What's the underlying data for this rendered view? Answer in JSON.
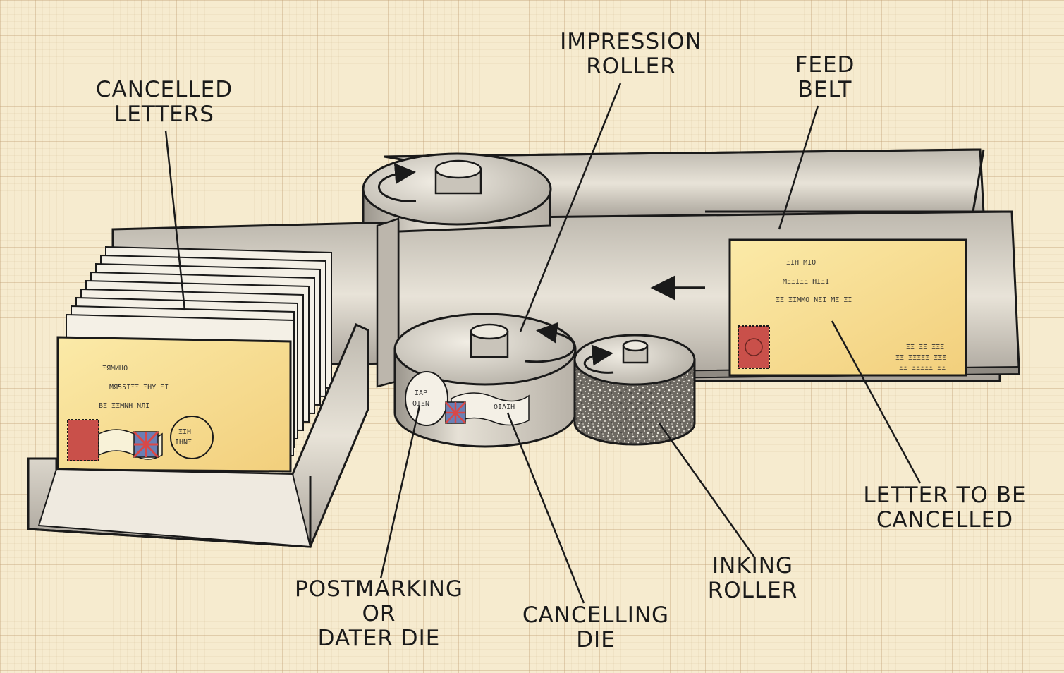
{
  "labels": {
    "cancelled_letters": [
      "CANCELLED",
      "LETTERS"
    ],
    "impression_roller": [
      "IMPRESSION",
      "ROLLER"
    ],
    "feed_belt": [
      "FEED",
      "BELT"
    ],
    "letter_to_be_cancelled": [
      "LETTER TO BE",
      "CANCELLED"
    ],
    "inking_roller": [
      "INKING",
      "ROLLER"
    ],
    "cancelling_die": [
      "CANCELLING",
      "DIE"
    ],
    "postmarking_die": [
      "POSTMARKING",
      "OR",
      "DATER DIE"
    ]
  },
  "colors": {
    "paper": "#f6ebcf",
    "grid": "#c9a47a",
    "envelope": "#f7dc8e",
    "stamp": "#c9504a",
    "metal": "#d8d3c8",
    "ink": "#1a1a1a"
  }
}
